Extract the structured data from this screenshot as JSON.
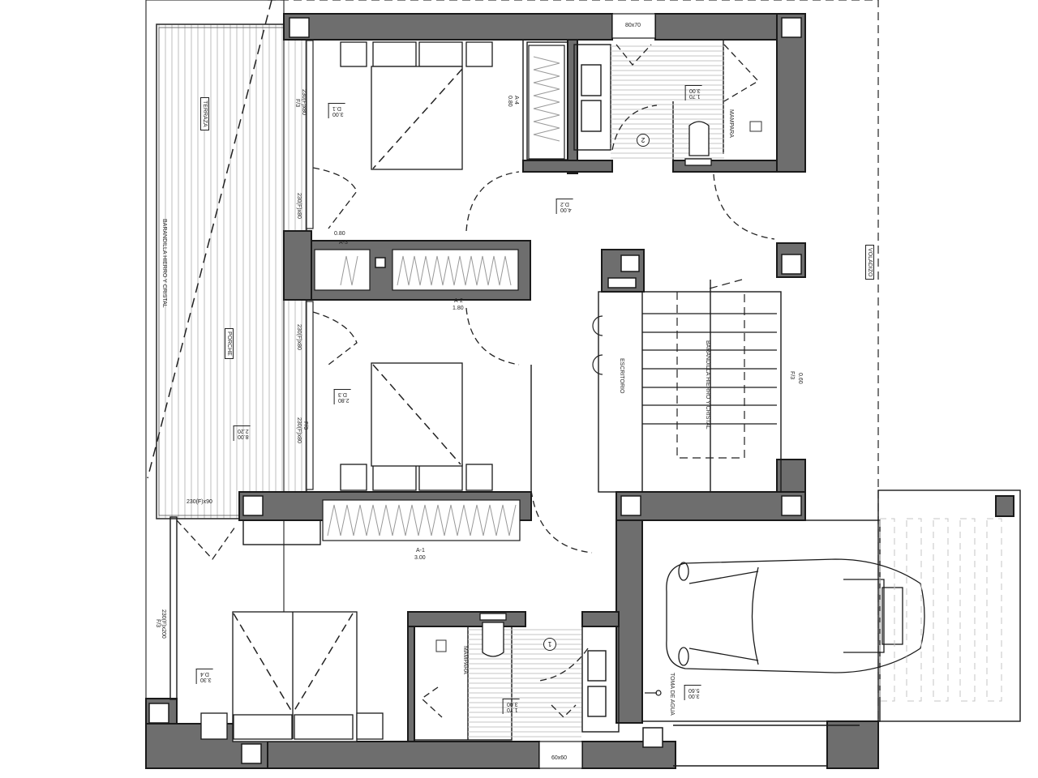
{
  "drawing": {
    "type": "architectural floor plan",
    "colors": {
      "wall_fill": "#6e6e6e",
      "wall_stroke": "#1a1a1a",
      "line": "#1a1a1a",
      "hatch": "#b8b8b8",
      "background": "#ffffff"
    }
  },
  "labels": {
    "terraza": "TERRAZA",
    "porche": "PORCHE",
    "barandilla_terraza": "BARANDILLA HIERRO Y CRISTAL",
    "barandilla_escalera": "BARANDILLA HIERRO Y CRISTAL",
    "escritorio": "ESCRITORIO",
    "voladizo": "VOLADIZO",
    "mampara_top": "MAMPARA",
    "mampara_bottom": "MAMPARA",
    "toma_agua": "TOMA DE AGUA",
    "hueco_top": "80x70",
    "hueco_bottom": "60x60",
    "wardrobe_a1": "A-1",
    "wardrobe_a1_size": "3.00",
    "wardrobe_a2": "A-2",
    "wardrobe_a2_size": "1.80",
    "wardrobe_a3": "A-3",
    "wardrobe_a3_size": "0.80",
    "wardrobe_a4": "A-4",
    "wardrobe_a4_size": "0.80",
    "stair_opening": "0.60",
    "stair_opening_note": "F/3",
    "bath_1": "1",
    "bath_2": "2"
  },
  "windows": [
    {
      "id": "w1",
      "text": "230(F)x80",
      "sub": "F/3"
    },
    {
      "id": "w2",
      "text": "230(F)x80"
    },
    {
      "id": "w3",
      "text": "230(F)x80"
    },
    {
      "id": "w4",
      "text": "230(F)x80",
      "sub": "F/3"
    },
    {
      "id": "w5",
      "text": "230(F)x90"
    },
    {
      "id": "w6",
      "text": "230(F)x200",
      "sub": "F/3"
    }
  ],
  "areas": [
    {
      "room": "bedroom-1",
      "dim": "3.00",
      "code": "D.1"
    },
    {
      "room": "bathroom-2",
      "dim": "1.70",
      "code": "3.00"
    },
    {
      "room": "hall",
      "dim": "4.00",
      "code": "D.2"
    },
    {
      "room": "bedroom-2",
      "dim": "2.80",
      "code": "D.3"
    },
    {
      "room": "porche",
      "dim": "8.00",
      "code": "2.20"
    },
    {
      "room": "master-bedroom",
      "dim": "3.30",
      "code": "D.4"
    },
    {
      "room": "bathroom-1",
      "dim": "1.70",
      "code": "3.00"
    },
    {
      "room": "garage",
      "dim": "3.00",
      "code": "5.60"
    }
  ]
}
